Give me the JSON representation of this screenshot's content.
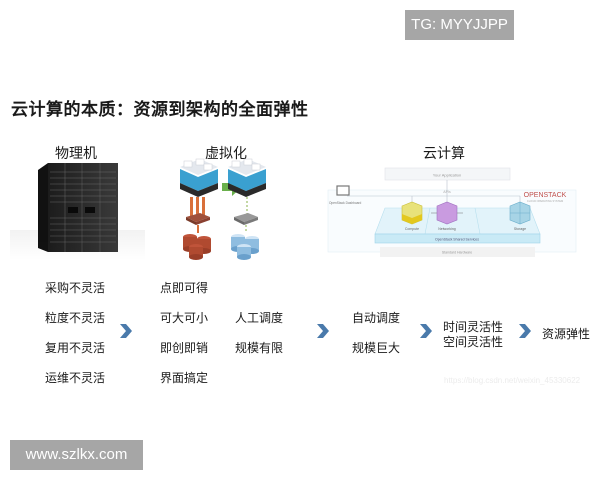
{
  "watermarks": {
    "tg": "TG: MYYJJPP",
    "site": "www.szlkx.com",
    "blog_url": "https://blog.csdn.net/weixin_45330622"
  },
  "page": {
    "title": "云计算的本质：资源到架构的全面弹性"
  },
  "columns": [
    {
      "title": "物理机",
      "illustration": "server-rack",
      "items": [
        "采购不灵活",
        "粒度不灵活",
        "复用不灵活",
        "运维不灵活"
      ]
    },
    {
      "title": "虚拟化",
      "illustration": "virtualization-diagram",
      "items": [
        "点即可得",
        "可大可小",
        "即创即销",
        "界面搞定"
      ],
      "side_items": [
        "人工调度",
        "规模有限"
      ]
    },
    {
      "title": "云计算",
      "illustration": "openstack-diagram",
      "items": [
        "自动调度",
        "规模巨大"
      ]
    }
  ],
  "flexibility": {
    "items": [
      "时间灵活性",
      "空间灵活性"
    ]
  },
  "result": {
    "label": "资源弹性"
  },
  "openstack_diagram": {
    "app_label": "Your Application",
    "apis_label": "APIs",
    "dashboard_label": "OpenStack Dashboard",
    "brand": "OPENSTACK",
    "brand_sub": "CLOUD OPERATING SYSTEM",
    "modules": [
      "Compute",
      "Networking",
      "Storage"
    ],
    "shared_label": "OpenStack Shared Services",
    "hardware_label": "Standard Hardware"
  },
  "colors": {
    "chevron": "#4a7aab",
    "badge_bg": "#a6a6a6",
    "openstack_brand": "#c0504d"
  },
  "icons": {
    "arrow": "chevron-right-icon"
  }
}
